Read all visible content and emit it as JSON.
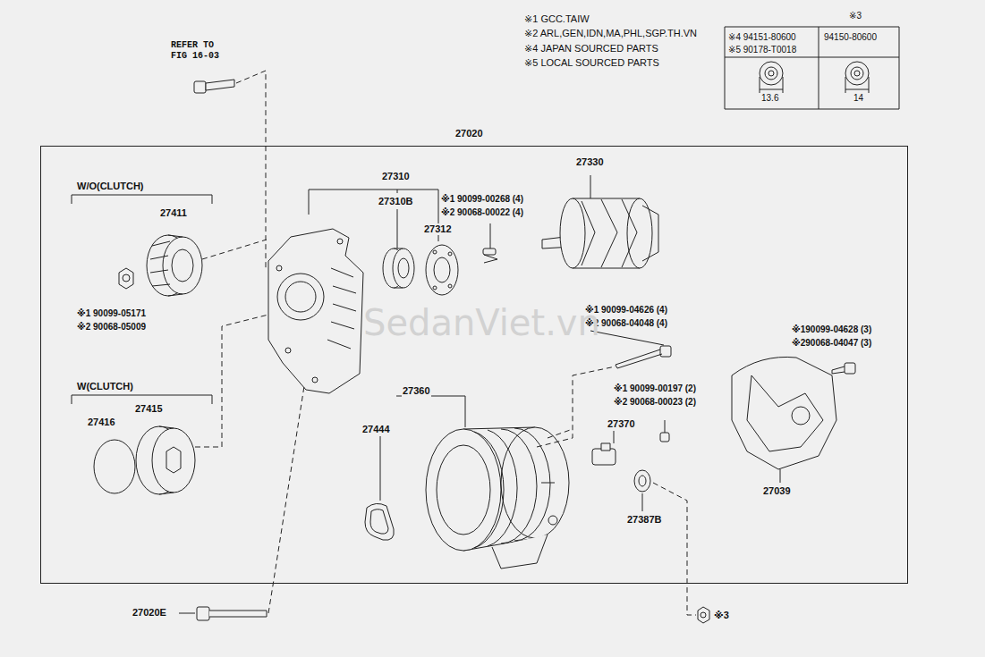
{
  "diagram": {
    "nodes": [
      {
        "text": [
          "27020"
        ]
      }
    ],
    "labels": [
      "REFER TO FIG 16-03",
      "※1 GCC.TAIW",
      "※2 ARL,GEN,IDN,MA,PHL,SGP.TH.VN",
      "※4 JAPAN SOURCED PARTS",
      "※5 LOCAL SOURCED PARTS",
      "※3",
      "※4 94151-80600",
      "※5 90178-T0018",
      "94150-80600",
      "13.6",
      "14",
      "W/O(CLUTCH)",
      "27411",
      "※1 90099-05171",
      "※2 90068-05009",
      "W(CLUTCH)",
      "27416",
      "27415",
      "27310",
      "27310B",
      "※1 90099-00268 (4)",
      "※2 90068-00022 (4)",
      "27312",
      "27330",
      "※1 90099-04626 (4)",
      "※2 90068-04048 (4)",
      "※190099-04628 (3)",
      "※290068-04047 (3)",
      "27360",
      "27444",
      "※1 90099-00197 (2)",
      "※2 90068-00023 (2)",
      "27370",
      "27387B",
      "27039",
      "27020E",
      "※3",
      "SedanViet.vn"
    ]
  }
}
